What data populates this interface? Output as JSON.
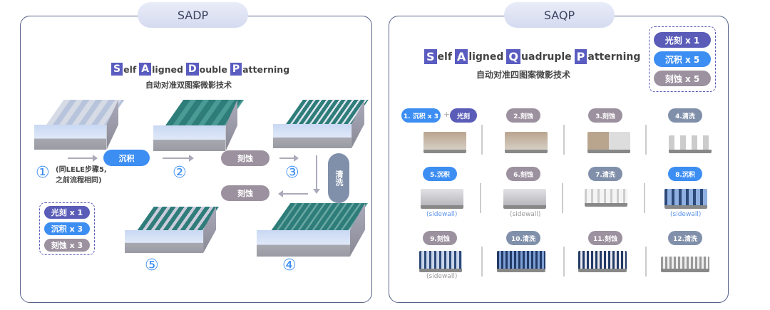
{
  "sadp": {
    "tab": "SADP",
    "title": {
      "letters": [
        "S",
        "A",
        "D",
        "P"
      ],
      "rest": [
        "elf",
        "ligned",
        "ouble",
        "atterning"
      ]
    },
    "subtitle": "自动对准双图案微影技术",
    "steps": [
      "①",
      "②",
      "③",
      "④",
      "⑤"
    ],
    "note": [
      "(同LELE步骤5,",
      "之前流程相同)"
    ],
    "pills": {
      "deposit": "沉积",
      "etch1": "刻蚀",
      "clean": "清洗",
      "etch2": "刻蚀"
    },
    "legend": [
      "光刻 x 1",
      "沉积 x 3",
      "刻蚀 x 3"
    ]
  },
  "saqp": {
    "tab": "SAQP",
    "title": {
      "letters": [
        "S",
        "A",
        "Q",
        "P"
      ],
      "rest": [
        "elf",
        "ligned",
        "uadruple",
        "atterning"
      ]
    },
    "subtitle": "自动对准四图案微影技术",
    "legend": [
      "光刻 x 1",
      "沉积 x 5",
      "刻蚀 x 5"
    ],
    "plus": "+",
    "steps": [
      "1. 沉积 x 3",
      "光刻",
      "2.刻蚀",
      "3.刻蚀",
      "4.清洗",
      "5.沉积",
      "6.刻蚀",
      "7.清洗",
      "8.沉积",
      "9.刻蚀",
      "10.清洗",
      "11.刻蚀",
      "12.清洗"
    ],
    "sidewall": "(sidewall)"
  },
  "colors": {
    "deposit": "#3d8ef2",
    "litho": "#5a5cb8",
    "etch": "#9c919f",
    "clean": "#8190aa"
  }
}
